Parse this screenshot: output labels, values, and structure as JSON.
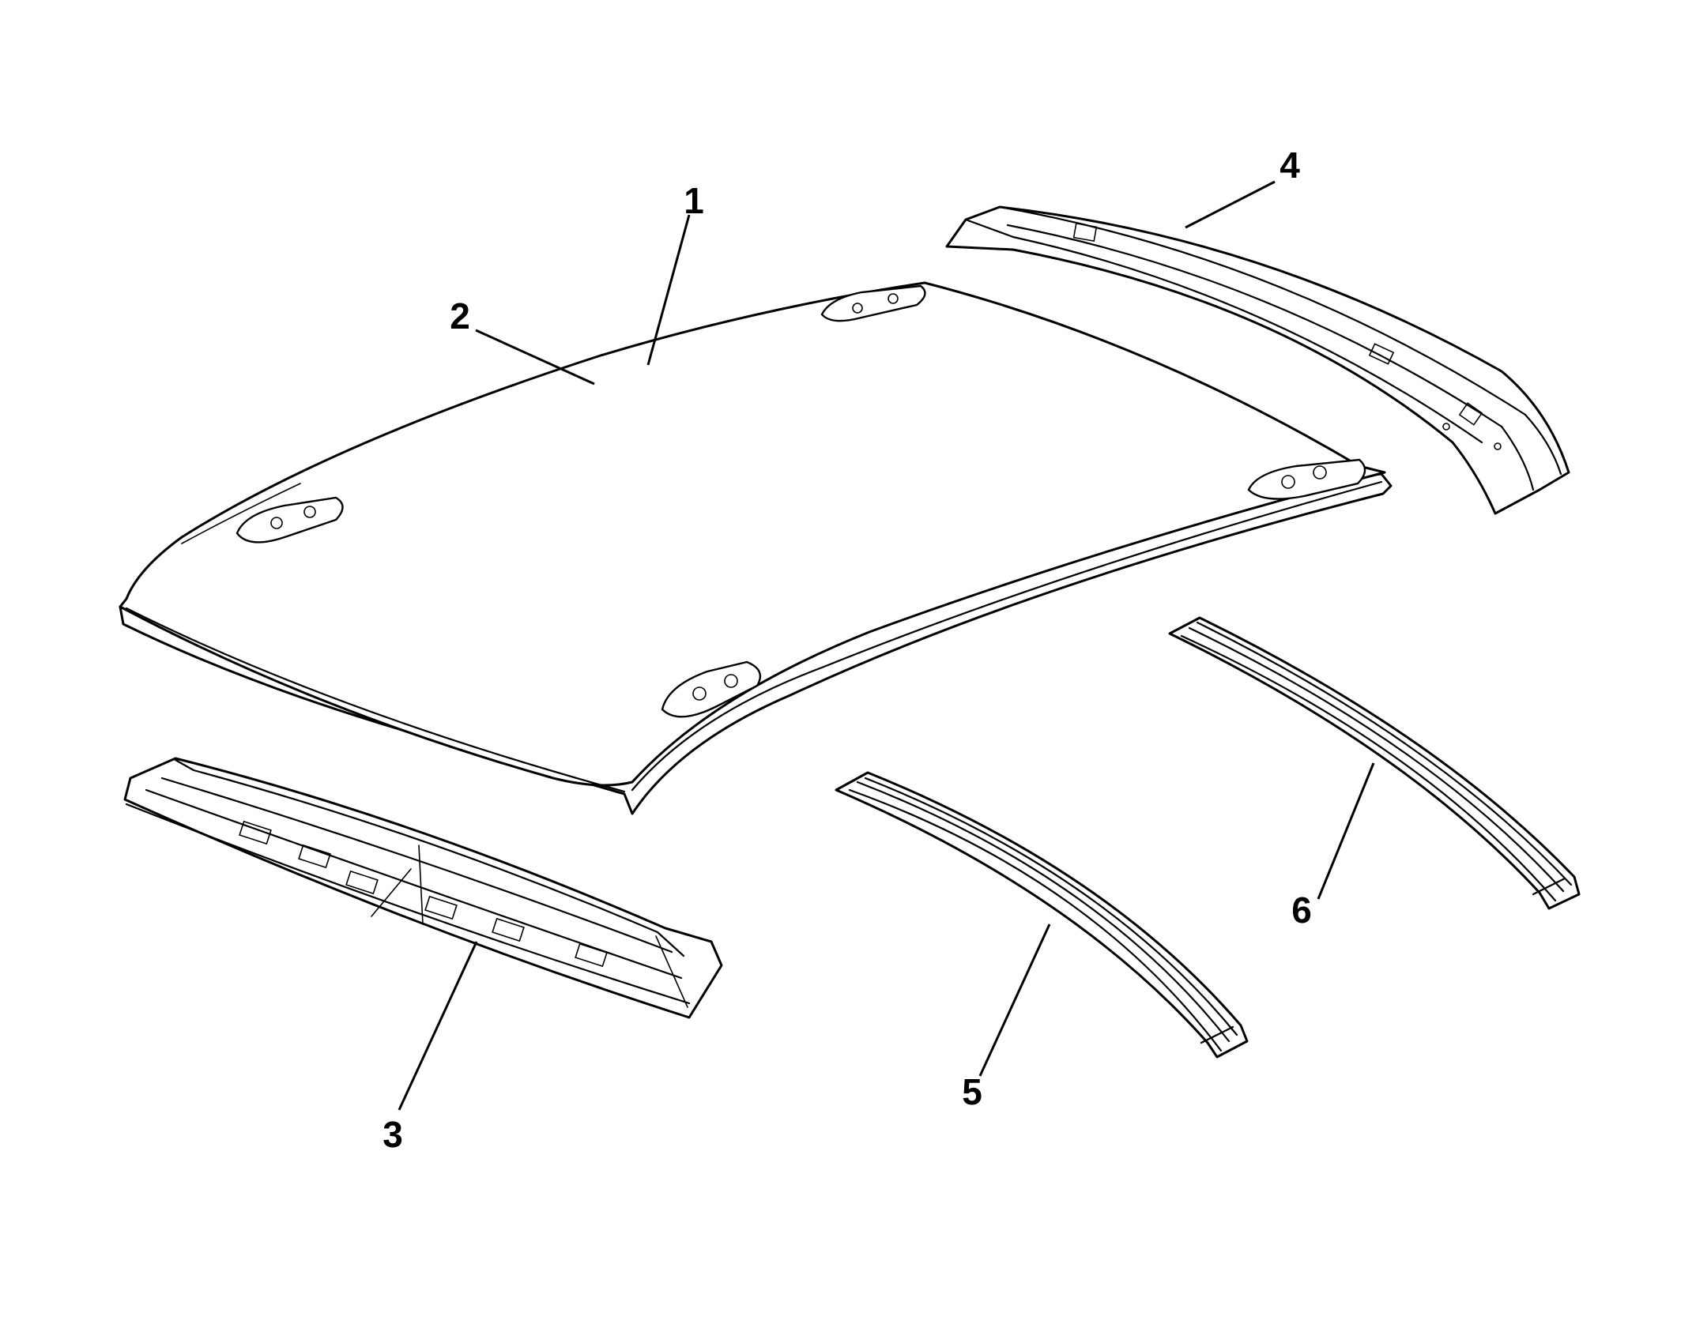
{
  "callouts": [
    {
      "number": "1",
      "part": "roof-panel"
    },
    {
      "number": "2",
      "part": "roof-panel-edge"
    },
    {
      "number": "3",
      "part": "front-roof-header"
    },
    {
      "number": "4",
      "part": "rear-roof-header"
    },
    {
      "number": "5",
      "part": "roof-bow-front"
    },
    {
      "number": "6",
      "part": "roof-bow-rear"
    }
  ],
  "colors": {
    "line": "#000000",
    "background": "#ffffff"
  }
}
